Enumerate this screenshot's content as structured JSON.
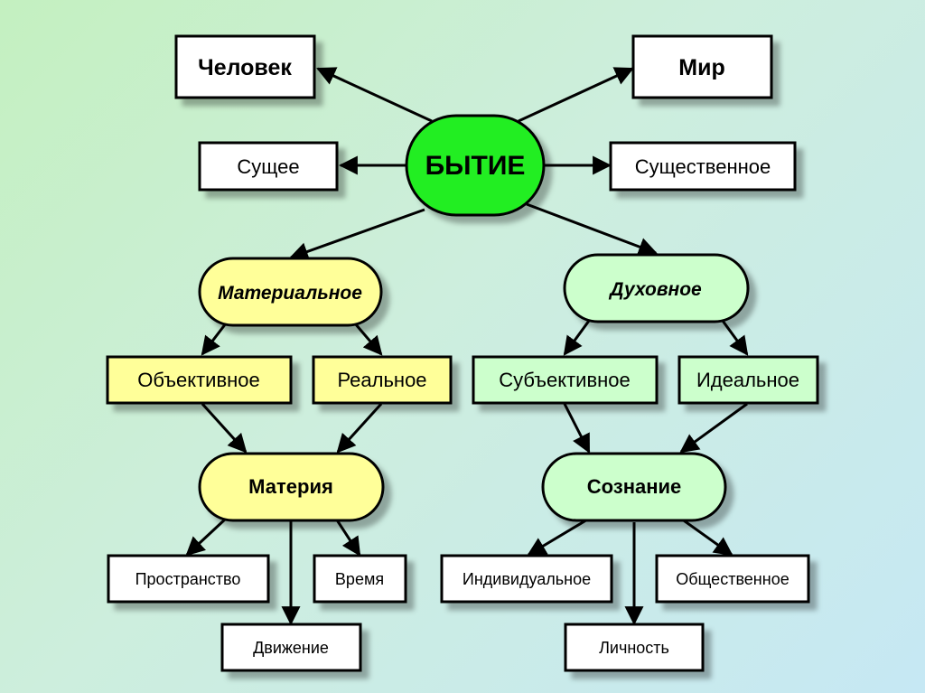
{
  "diagram": {
    "center": "БЫТИЕ",
    "top_left": "Человек",
    "top_right": "Мир",
    "mid_left": "Сущее",
    "mid_right": "Существенное",
    "material": "Материальное",
    "spiritual": "Духовное",
    "objective": "Объективное",
    "real": "Реальное",
    "subjective": "Субъективное",
    "ideal": "Идеальное",
    "matter": "Материя",
    "consciousness": "Сознание",
    "space": "Пространство",
    "time": "Время",
    "motion": "Движение",
    "individual": "Индивидуальное",
    "social": "Общественное",
    "personality": "Личность"
  },
  "colors": {
    "center_fill": "#22ee22",
    "yellow_fill": "#ffff99",
    "green_fill": "#ccffcc",
    "white_fill": "#ffffff",
    "stroke": "#000000"
  }
}
